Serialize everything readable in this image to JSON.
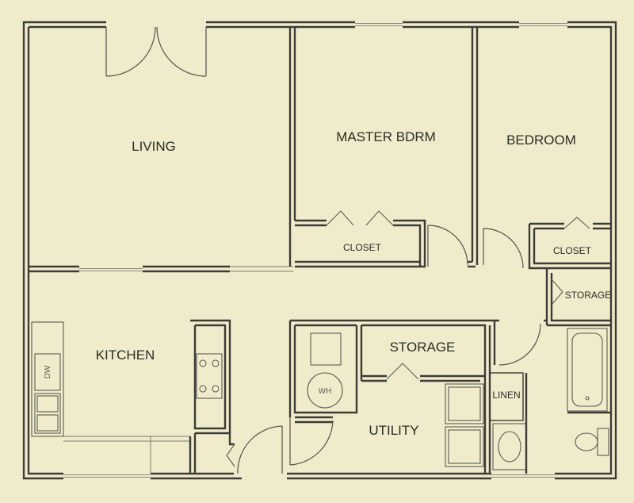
{
  "rooms": {
    "living": "LIVING",
    "master_bedroom": "MASTER BDRM",
    "bedroom": "BEDROOM",
    "closet_master": "CLOSET",
    "closet_bedroom": "CLOSET",
    "storage_hall": "STORAGE",
    "kitchen": "KITCHEN",
    "storage_utility": "STORAGE",
    "utility": "UTILITY",
    "linen": "LINEN"
  },
  "fixtures": {
    "dishwasher": "DW",
    "water_heater": "WH"
  },
  "colors": {
    "paper": "#f0eccb",
    "wall": "#3e3a38"
  }
}
